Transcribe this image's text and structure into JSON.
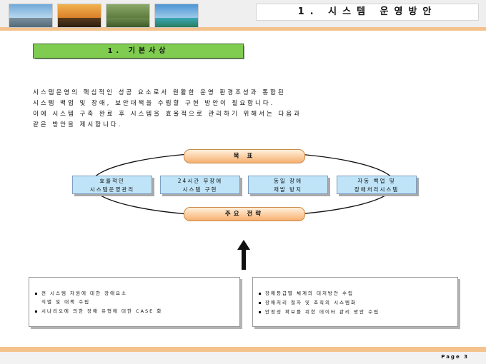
{
  "header": {
    "title": "1. 시스템 운영방안",
    "photos": [
      "pier-photo-icon",
      "palm-sunset-photo-icon",
      "garden-photo-icon",
      "tropical-beach-photo-icon"
    ]
  },
  "section": {
    "title": "1. 기본사상"
  },
  "intro": {
    "lines": [
      "시스템운영의 핵심적인 성공 요소로서 원활한 운영 환경조성과 통합된",
      "시스템 백업 및 장애, 보안대책을 수립할 구현 방안이 필요합니다.",
      "이에 시스템 구축 완료 후 시스템을 효율적으로 관리하기 위해서는 다음과",
      "같은 방안을 제시합니다."
    ]
  },
  "diagram": {
    "goal_label": "목 표",
    "strategy_label": "주요 전략",
    "boxes": [
      {
        "line1": "효율적인",
        "line2": "시스템운영관리"
      },
      {
        "line1": "24시간 무장애",
        "line2": "시스템 구현"
      },
      {
        "line1": "동일 장애",
        "line2": "재발 방지"
      },
      {
        "line1": "자동 백업 및",
        "line2": "장애처리시스템"
      }
    ]
  },
  "bottom": {
    "left": [
      "전 시스템 차원에 대한 장애요소",
      "식별 및 대책 수립",
      "시나리오에 의한 장애 유형에 대한 CASE 화"
    ],
    "right": [
      "장애등급별 체계의 대처방안 수립",
      "장애처리 절차 및 조직의 시스템화",
      "안정성 확보를 위한 데이터 관리 방안 수립"
    ]
  },
  "footer": {
    "page": "Page 3"
  },
  "colors": {
    "accent_orange": "#f4c28c",
    "section_green": "#7fcc51",
    "box_blue": "#bfe3f7"
  }
}
